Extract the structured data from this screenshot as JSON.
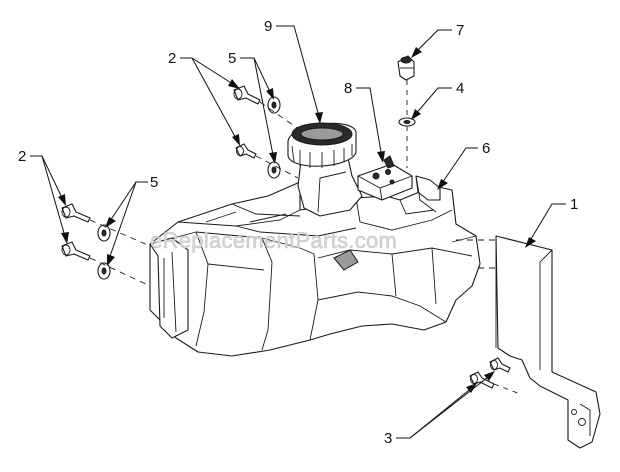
{
  "watermark": "eReplacementParts.com",
  "callouts": [
    {
      "id": "c9",
      "label": "9"
    },
    {
      "id": "c7",
      "label": "7"
    },
    {
      "id": "c8",
      "label": "8"
    },
    {
      "id": "c4",
      "label": "4"
    },
    {
      "id": "c6",
      "label": "6"
    },
    {
      "id": "c1",
      "label": "1"
    },
    {
      "id": "c2a",
      "label": "2"
    },
    {
      "id": "c5a",
      "label": "5"
    },
    {
      "id": "c2b",
      "label": "2"
    },
    {
      "id": "c5b",
      "label": "5"
    },
    {
      "id": "c3",
      "label": "3"
    }
  ]
}
